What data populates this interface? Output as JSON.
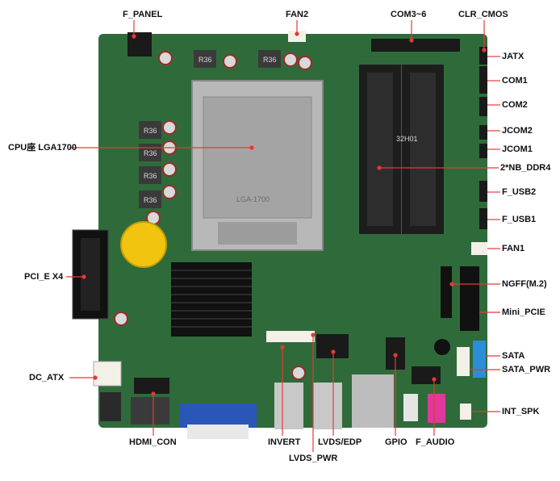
{
  "labels": {
    "f_panel": "F_PANEL",
    "fan2": "FAN2",
    "com3_6": "COM3~6",
    "clr_cmos": "CLR_CMOS",
    "jatx": "JATX",
    "com1": "COM1",
    "com2": "COM2",
    "jcom2": "JCOM2",
    "jcom1": "JCOM1",
    "cpu_socket": "CPU座 LGA1700",
    "nb_ddr4": "2*NB_DDR4",
    "f_usb2": "F_USB2",
    "f_usb1": "F_USB1",
    "fan1": "FAN1",
    "pcie_x4": "PCI_E X4",
    "ngff": "NGFF(M.2)",
    "mini_pcie": "Mini_PCIE",
    "sata": "SATA",
    "sata_pwr": "SATA_PWR",
    "dc_atx": "DC_ATX",
    "int_spk": "INT_SPK",
    "hdmi_con": "HDMI_CON",
    "invert": "INVERT",
    "lvds_edp": "LVDS/EDP",
    "gpio": "GPIO",
    "f_audio": "F_AUDIO",
    "lvds_pwr": "LVDS_PWR"
  },
  "component_markings": {
    "inductor": "R36",
    "dimm_marking": "32H01",
    "socket_text": "LGA-1700"
  },
  "colors": {
    "pcb": "#2f6b3a",
    "socket": "#b8b8b8",
    "battery": "#f1c40f",
    "vga": "#2a56b8",
    "sata": "#2a8fd6",
    "audio": "#e0389b",
    "leader": "#e53935"
  }
}
